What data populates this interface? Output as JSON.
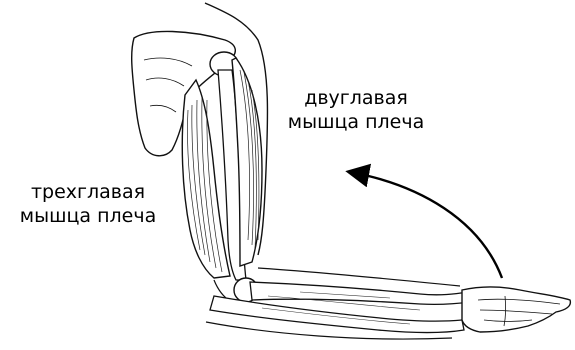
{
  "labels": {
    "biceps": {
      "line1": "двуглавая",
      "line2": "мышца плеча"
    },
    "triceps": {
      "line1": "трехглавая",
      "line2": "мышца плеча"
    }
  },
  "colors": {
    "ink": "#000000",
    "background": "#ffffff"
  },
  "icons": {
    "arrow": "curved-arrow-icon"
  }
}
